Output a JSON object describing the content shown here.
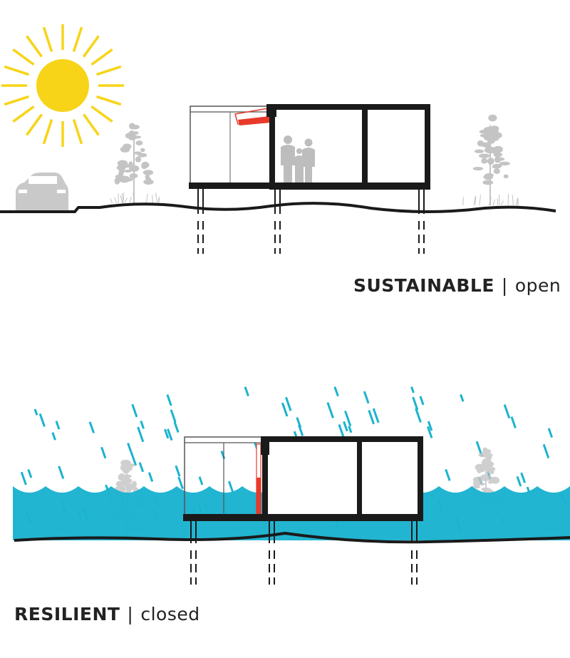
{
  "scenes": [
    {
      "title": "SUSTAINABLE",
      "separator": "|",
      "state": "open"
    },
    {
      "title": "RESILIENT",
      "separator": "|",
      "state": "closed"
    }
  ],
  "colors": {
    "sun": "#f7d417",
    "water": "#1bb3cf",
    "shutter": "#e8392b",
    "structure": "#1a1a1a",
    "vegetation": "#c4c4c4"
  },
  "icons": [
    "sun-icon",
    "car-icon",
    "tree-icon",
    "people-icon",
    "rain-icon",
    "flood-water-icon"
  ]
}
